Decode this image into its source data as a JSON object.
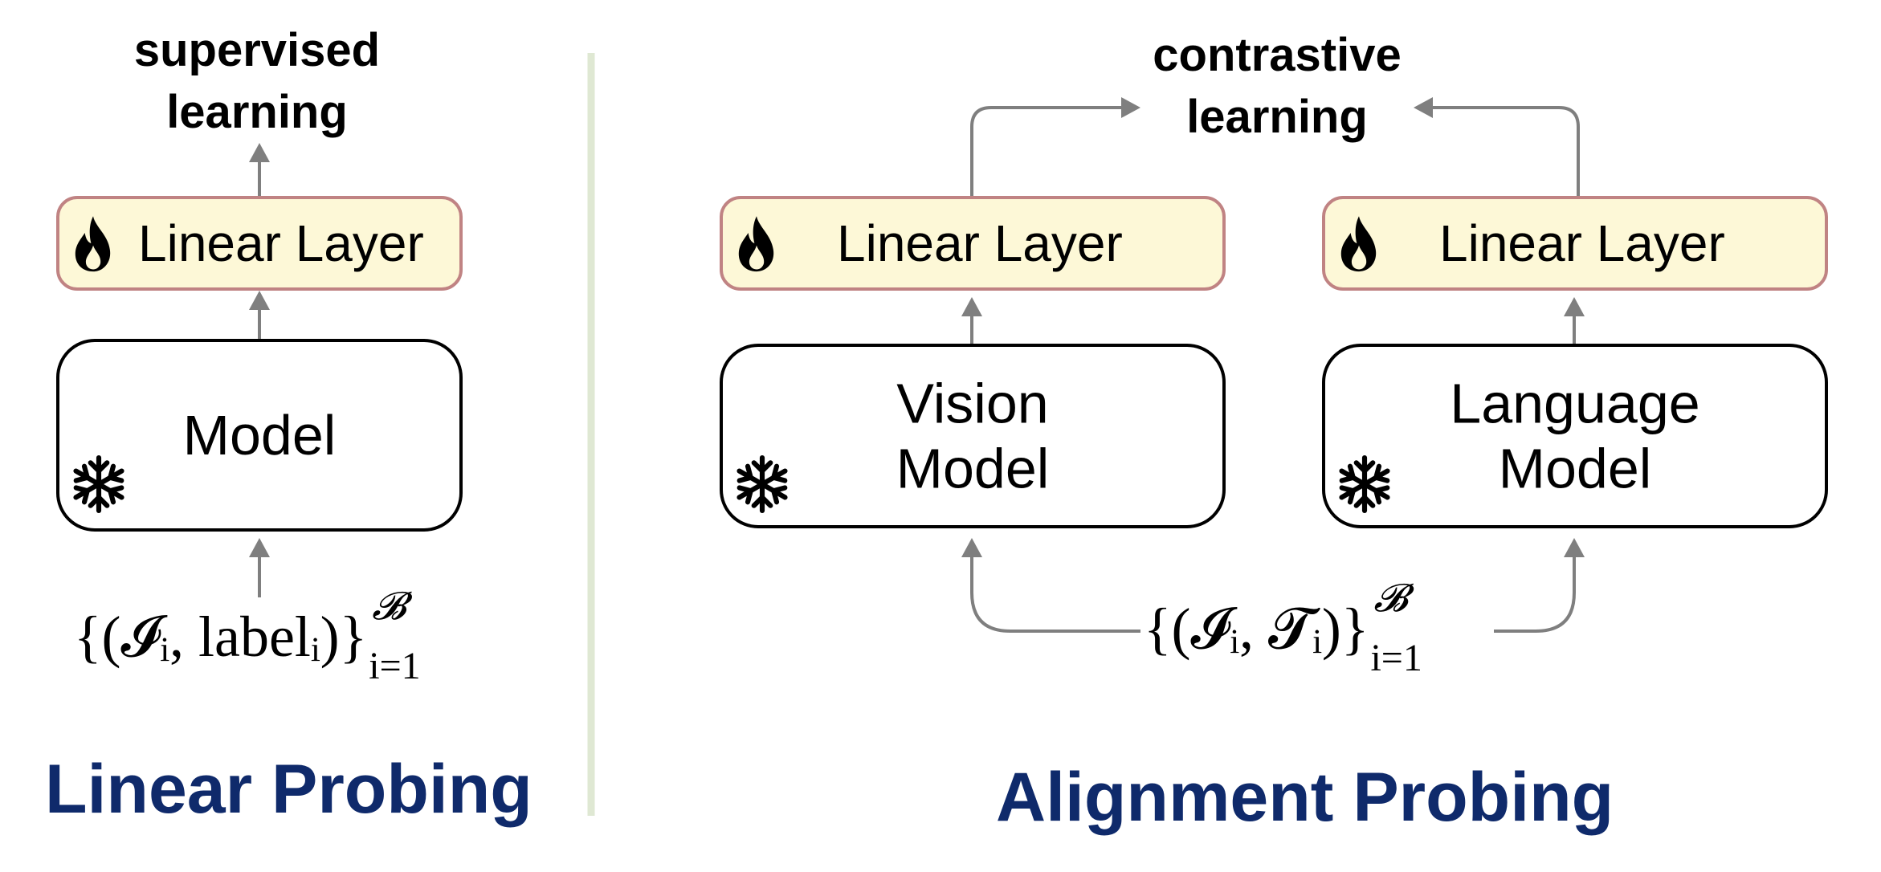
{
  "left": {
    "heading": [
      "supervised",
      "learning"
    ],
    "linear_layer_label": "Linear Layer",
    "model_label": "Model",
    "formula": {
      "main": "{(𝓘ᵢ, labelᵢ)}",
      "sup": "𝓑",
      "sub": "i=1"
    },
    "title": "Linear Probing"
  },
  "right": {
    "heading": [
      "contrastive",
      "learning"
    ],
    "vision_linear_label": "Linear Layer",
    "language_linear_label": "Linear Layer",
    "vision_model_label": [
      "Vision",
      "Model"
    ],
    "language_model_label": [
      "Language",
      "Model"
    ],
    "formula": {
      "main": "{(𝓘ᵢ, 𝓣ᵢ)}",
      "sup": "𝓑",
      "sub": "i=1"
    },
    "title": "Alignment Probing"
  },
  "icons": {
    "trainable": "fire-icon",
    "frozen": "snowflake-icon"
  },
  "colors": {
    "title": "#0f2a6b",
    "linear_fill": "#fdf8d7",
    "linear_border": "#c08383",
    "arrow": "#7f7f7f",
    "divider": "#dfe8d3"
  }
}
